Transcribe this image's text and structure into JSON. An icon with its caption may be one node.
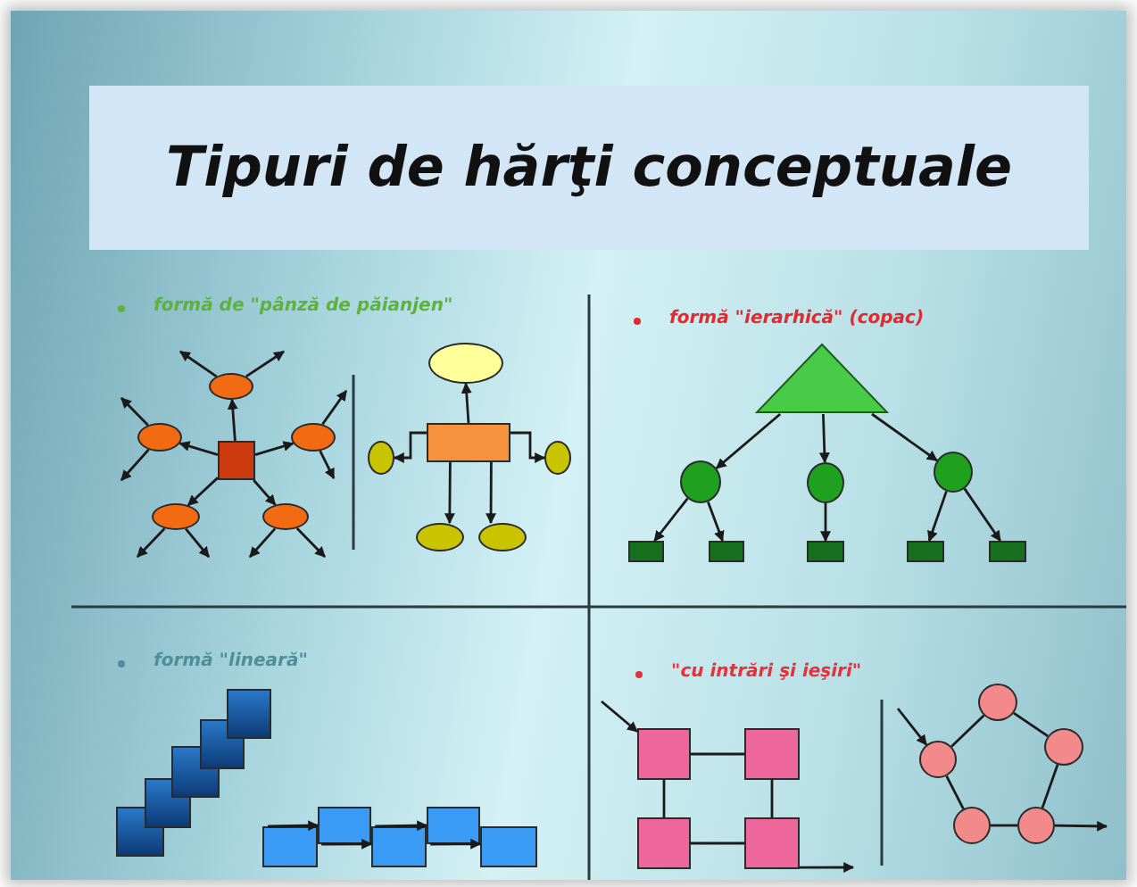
{
  "diagram": {
    "title": "Tipuri de hărţi conceptuale",
    "nodes": [
      {
        "text": [],
        "shape": "box"
      },
      {
        "text": [],
        "shape": "ellipse"
      },
      {
        "text": [],
        "shape": "ellipse"
      },
      {
        "text": [],
        "shape": "ellipse"
      },
      {
        "text": [],
        "shape": "ellipse"
      },
      {
        "text": [],
        "shape": "ellipse"
      },
      {
        "text": [],
        "shape": "box"
      },
      {
        "text": [],
        "shape": "ellipse"
      },
      {
        "text": [],
        "shape": "ellipse"
      },
      {
        "text": [],
        "shape": "ellipse"
      },
      {
        "text": [],
        "shape": "ellipse"
      },
      {
        "text": [],
        "shape": "ellipse"
      },
      {
        "text": [],
        "shape": "triangle"
      },
      {
        "text": [],
        "shape": "circle"
      },
      {
        "text": [],
        "shape": "circle"
      },
      {
        "text": [],
        "shape": "circle"
      },
      {
        "text": [],
        "shape": "box"
      },
      {
        "text": [],
        "shape": "box"
      },
      {
        "text": [],
        "shape": "box"
      },
      {
        "text": [],
        "shape": "box"
      },
      {
        "text": [],
        "shape": "box"
      },
      {
        "text": [],
        "shape": "box"
      },
      {
        "text": [],
        "shape": "box"
      },
      {
        "text": [],
        "shape": "box"
      },
      {
        "text": [],
        "shape": "box"
      },
      {
        "text": [],
        "shape": "box"
      },
      {
        "text": [],
        "shape": "box"
      },
      {
        "text": [],
        "shape": "box"
      },
      {
        "text": [],
        "shape": "box"
      },
      {
        "text": [],
        "shape": "box"
      },
      {
        "text": [],
        "shape": "box"
      },
      {
        "text": [],
        "shape": "box"
      },
      {
        "text": [],
        "shape": "box"
      },
      {
        "text": [],
        "shape": "box"
      },
      {
        "text": [],
        "shape": "box"
      },
      {
        "text": [],
        "shape": "circle"
      },
      {
        "text": [],
        "shape": "circle"
      },
      {
        "text": [],
        "shape": "circle"
      },
      {
        "text": [],
        "shape": "circle"
      },
      {
        "text": [],
        "shape": "circle"
      }
    ],
    "edges": [
      {
        "from": 0,
        "to": 1,
        "arrow": "to"
      },
      {
        "from": 0,
        "to": 2,
        "arrow": "to"
      },
      {
        "from": 0,
        "to": 3,
        "arrow": "to"
      },
      {
        "from": 0,
        "to": 4,
        "arrow": "to"
      },
      {
        "from": 0,
        "to": 5,
        "arrow": "to"
      },
      {
        "from": 1,
        "to": null,
        "arrow": "to"
      },
      {
        "from": 1,
        "to": null,
        "arrow": "to"
      },
      {
        "from": 2,
        "to": null,
        "arrow": "to"
      },
      {
        "from": 2,
        "to": null,
        "arrow": "to"
      },
      {
        "from": 3,
        "to": null,
        "arrow": "to"
      },
      {
        "from": 3,
        "to": null,
        "arrow": "to"
      },
      {
        "from": 4,
        "to": null,
        "arrow": "to"
      },
      {
        "from": 4,
        "to": null,
        "arrow": "to"
      },
      {
        "from": 5,
        "to": null,
        "arrow": "to"
      },
      {
        "from": 5,
        "to": null,
        "arrow": "to"
      },
      {
        "from": 6,
        "to": 7,
        "arrow": "to"
      },
      {
        "from": 6,
        "to": 8,
        "arrow": "to"
      },
      {
        "from": 6,
        "to": 9,
        "arrow": "to"
      },
      {
        "from": 6,
        "to": 10,
        "arrow": "to"
      },
      {
        "from": 6,
        "to": 11,
        "arrow": "to"
      },
      {
        "from": 12,
        "to": 13,
        "arrow": "to"
      },
      {
        "from": 12,
        "to": 14,
        "arrow": "to"
      },
      {
        "from": 12,
        "to": 15,
        "arrow": "to"
      },
      {
        "from": 13,
        "to": 16,
        "arrow": "to"
      },
      {
        "from": 13,
        "to": 17,
        "arrow": "to"
      },
      {
        "from": 14,
        "to": 18,
        "arrow": "to"
      },
      {
        "from": 15,
        "to": 19,
        "arrow": "to"
      },
      {
        "from": 15,
        "to": 20,
        "arrow": "to"
      },
      {
        "from": 26,
        "to": 27,
        "arrow": "to"
      },
      {
        "from": 27,
        "to": 28,
        "arrow": "to"
      },
      {
        "from": 28,
        "to": 29,
        "arrow": "to"
      },
      {
        "from": 29,
        "to": 30,
        "arrow": "to"
      },
      {
        "from": null,
        "to": 31,
        "arrow": "to"
      },
      {
        "from": 31,
        "to": 32,
        "arrow": "none"
      },
      {
        "from": 31,
        "to": 33,
        "arrow": "none"
      },
      {
        "from": 32,
        "to": 34,
        "arrow": "none"
      },
      {
        "from": 33,
        "to": 34,
        "arrow": "none"
      },
      {
        "from": 34,
        "to": null,
        "arrow": "to"
      },
      {
        "from": null,
        "to": 36,
        "arrow": "to"
      },
      {
        "from": 36,
        "to": 35,
        "arrow": "none"
      },
      {
        "from": 35,
        "to": 37,
        "arrow": "none"
      },
      {
        "from": 37,
        "to": 39,
        "arrow": "none"
      },
      {
        "from": 39,
        "to": 38,
        "arrow": "none"
      },
      {
        "from": 38,
        "to": 36,
        "arrow": "none"
      },
      {
        "from": 39,
        "to": null,
        "arrow": "to"
      }
    ],
    "labels": [
      "formă de \"pânză de păianjen\"",
      "formă \"ierarhică\" (copac)",
      "formă \"lineară\"",
      "\"cu intrări şi ieşiri\""
    ]
  }
}
